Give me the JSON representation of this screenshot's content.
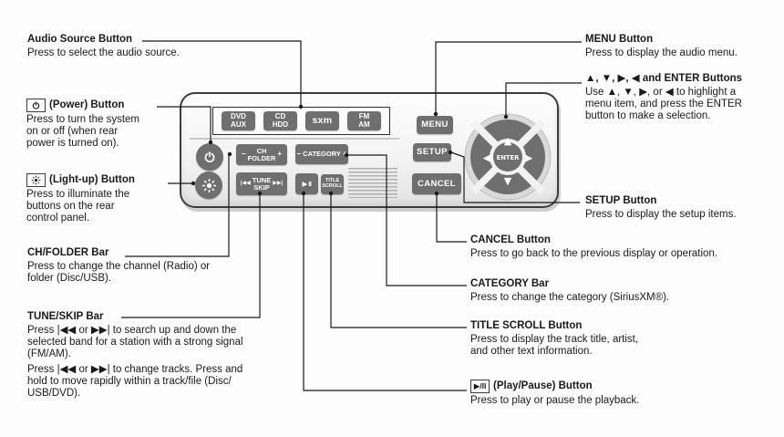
{
  "colors": {
    "button_gray": "#6f6f6f",
    "panel_border": "#3d3d3d",
    "leader_line": "#1a1a1a"
  },
  "panel": {
    "source_buttons": [
      {
        "top": "DVD",
        "bottom": "AUX"
      },
      {
        "top": "CD",
        "bottom": "HDD"
      },
      {
        "logo": "sxm"
      },
      {
        "top": "FM",
        "bottom": "AM"
      }
    ],
    "ch_folder": {
      "minus": "−",
      "top": "CH",
      "bottom": "FOLDER",
      "plus": "+"
    },
    "category": {
      "minus": "−",
      "label": "CATEGORY",
      "plus": "+"
    },
    "tune_skip": {
      "prev": "|◀◀",
      "top": "TUNE",
      "bottom": "SKIP",
      "next": "▶▶|"
    },
    "play_pause": "▶ II",
    "title_scroll": {
      "top": "TITLE",
      "bottom": "SCROLL"
    },
    "menu": "MENU",
    "setup": "SETUP",
    "cancel": "CANCEL",
    "dpad": {
      "up": "▲",
      "down": "▼",
      "left": "◀",
      "right": "▶",
      "enter": "ENTER"
    }
  },
  "callouts": {
    "audio_source": {
      "title": "Audio Source Button",
      "desc": [
        "Press to select the audio source."
      ]
    },
    "power": {
      "title": "(Power) Button",
      "desc": [
        "Press to turn the system",
        "on or off (when rear",
        "power is turned on)."
      ]
    },
    "light_up": {
      "title": "(Light-up) Button",
      "desc": [
        "Press to illuminate the",
        "buttons on the rear",
        "control panel."
      ]
    },
    "ch_folder": {
      "title": "CH/FOLDER Bar",
      "desc": [
        "Press to change the channel (Radio) or",
        "folder (Disc/USB)."
      ]
    },
    "tune_skip": {
      "title": "TUNE/SKIP Bar",
      "desc": [
        "Press |◀◀ or ▶▶| to search up and down the",
        "selected band for a station with a strong signal",
        "(FM/AM)."
      ],
      "desc2": [
        "Press |◀◀ or ▶▶| to change tracks. Press and",
        "hold to move rapidly within a track/file (Disc/",
        "USB/DVD)."
      ]
    },
    "menu": {
      "title": "MENU Button",
      "desc": [
        "Press to display the audio menu."
      ]
    },
    "dpad_enter": {
      "title": "▲, ▼, ▶, ◀ and ENTER Buttons",
      "desc": [
        "Use ▲, ▼, ▶, or ◀ to highlight a",
        "menu item, and press the ENTER",
        "button to make a selection."
      ]
    },
    "setup": {
      "title": "SETUP Button",
      "desc": [
        "Press to display the setup items."
      ]
    },
    "cancel": {
      "title": "CANCEL Button",
      "desc": [
        "Press to go back to the previous display or operation."
      ]
    },
    "category": {
      "title": "CATEGORY Bar",
      "desc": [
        "Press to change the category (SiriusXM®)."
      ]
    },
    "title_scroll": {
      "title": "TITLE SCROLL Button",
      "desc": [
        "Press to display the track title, artist,",
        "and other text information."
      ]
    },
    "play_pause": {
      "icon_label": "▶/II",
      "title": "(Play/Pause) Button",
      "desc": [
        "Press to play or pause the playback."
      ]
    }
  }
}
